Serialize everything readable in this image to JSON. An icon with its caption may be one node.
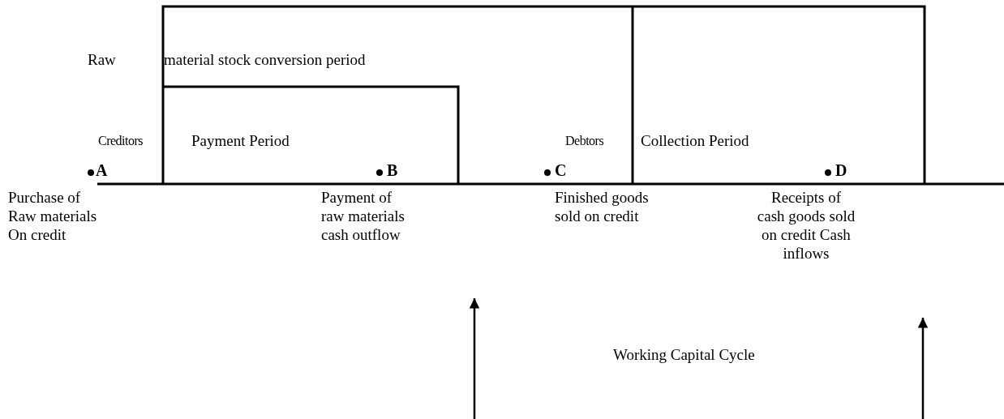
{
  "diagram": {
    "labels": [
      "Raw",
      "material stock conversion period",
      "Creditors",
      "Payment Period",
      "Debtors",
      "Collection Period",
      "A",
      "B",
      "C",
      "D",
      "Purchase of Raw materials On credit",
      "Payment of raw materials cash outflow",
      "Finished goods sold on credit",
      "Receipts of cash goods sold on credit Cash inflows",
      "Working Capital Cycle"
    ]
  }
}
